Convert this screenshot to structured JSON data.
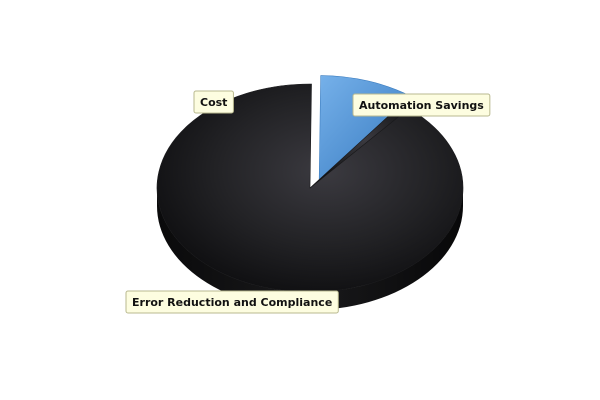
{
  "chart_data": {
    "type": "pie",
    "style": "3d",
    "legend": "none",
    "slices": [
      {
        "label": "Cost",
        "value": 89,
        "color": "#2a2a2e",
        "exploded": false
      },
      {
        "label": "Automation Savings",
        "value": 10,
        "color": "#4f8fd0",
        "exploded": true
      },
      {
        "label": "Error Reduction and Compliance",
        "value": 1,
        "color": "#1a1a1d",
        "exploded": false
      }
    ],
    "label_style": {
      "background": "#fdfde0",
      "border": "#b9b98f",
      "text_color": "#111111"
    }
  }
}
